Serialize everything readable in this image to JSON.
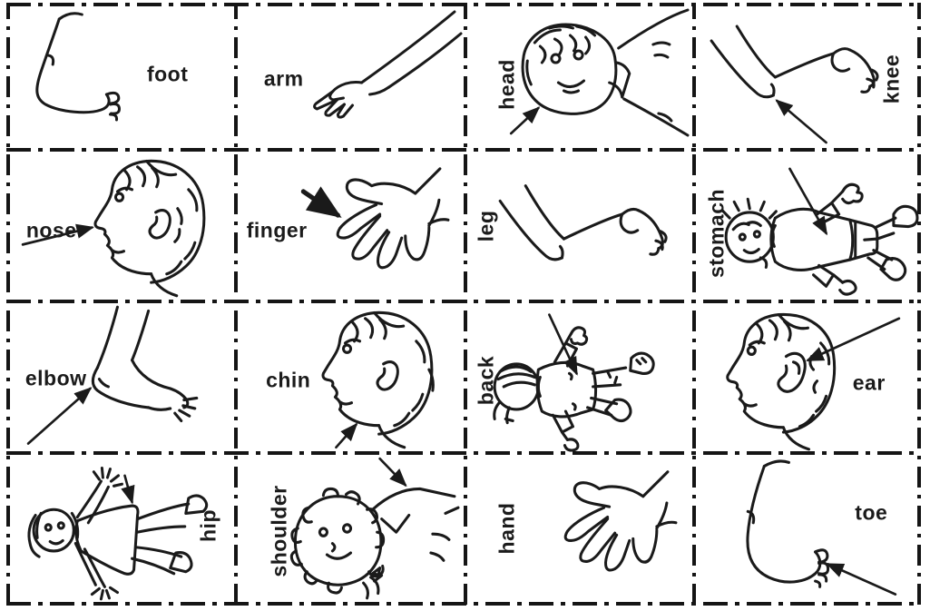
{
  "worksheet": {
    "description": "Body parts vocabulary flashcards, 4x4 grid with dash-dot cut lines",
    "colors": {
      "ink": "#1a1a1a",
      "background": "#ffffff"
    },
    "cards": [
      {
        "label": "foot",
        "illustration": "bare foot side view",
        "arrow": false,
        "label_rotated": false
      },
      {
        "label": "arm",
        "illustration": "outstretched arm with hand",
        "arrow": false,
        "label_rotated": false
      },
      {
        "label": "head",
        "illustration": "boy head with shoulders",
        "arrow": true,
        "label_rotated": true
      },
      {
        "label": "knee",
        "illustration": "bent leg with foot",
        "arrow": true,
        "label_rotated": true
      },
      {
        "label": "nose",
        "illustration": "child face in profile",
        "arrow": true,
        "label_rotated": false
      },
      {
        "label": "finger",
        "illustration": "open hand with spread fingers",
        "arrow": true,
        "label_rotated": false
      },
      {
        "label": "leg",
        "illustration": "bent leg with foot",
        "arrow": false,
        "label_rotated": true
      },
      {
        "label": "stomach",
        "illustration": "boy figure lying sideways",
        "arrow": true,
        "label_rotated": true
      },
      {
        "label": "elbow",
        "illustration": "bent arm with hand",
        "arrow": true,
        "label_rotated": false
      },
      {
        "label": "chin",
        "illustration": "child face in profile",
        "arrow": true,
        "label_rotated": false
      },
      {
        "label": "back",
        "illustration": "girl figure lying face down",
        "arrow": true,
        "label_rotated": true
      },
      {
        "label": "ear",
        "illustration": "child face in profile with ear",
        "arrow": true,
        "label_rotated": false
      },
      {
        "label": "hip",
        "illustration": "girl figure with raised arm",
        "arrow": true,
        "label_rotated": true
      },
      {
        "label": "shoulder",
        "illustration": "girl head with shoulder",
        "arrow": true,
        "label_rotated": true
      },
      {
        "label": "hand",
        "illustration": "open hand with spread fingers",
        "arrow": false,
        "label_rotated": true
      },
      {
        "label": "toe",
        "illustration": "bare foot with toes",
        "arrow": true,
        "label_rotated": false
      }
    ]
  }
}
